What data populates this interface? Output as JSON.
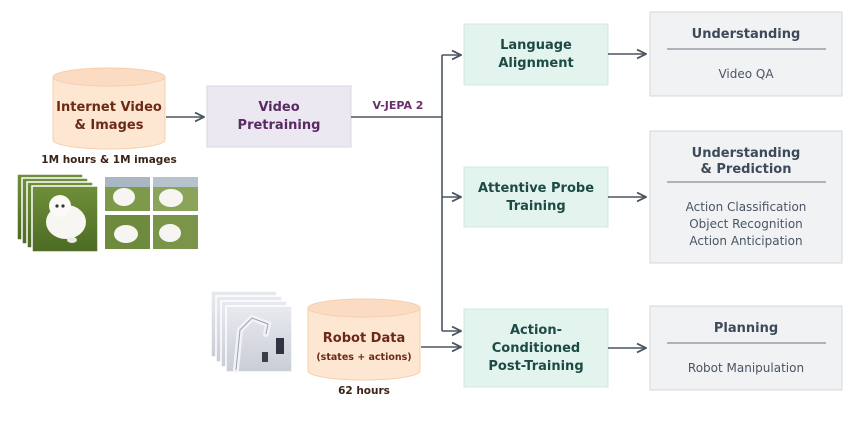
{
  "sources": {
    "internet": {
      "title_line1": "Internet Video",
      "title_line2": "& Images",
      "caption": "1M hours & 1M images"
    },
    "robot": {
      "title": "Robot Data",
      "subtitle": "(states + actions)",
      "caption": "62 hours"
    }
  },
  "stages": {
    "pretraining": {
      "line1": "Video",
      "line2": "Pretraining"
    },
    "model_label": "V-JEPA 2",
    "language": {
      "line1": "Language",
      "line2": "Alignment"
    },
    "probe": {
      "line1": "Attentive Probe",
      "line2": "Training"
    },
    "action": {
      "line1": "Action-",
      "line2": "Conditioned",
      "line3": "Post-Training"
    }
  },
  "outputs": {
    "understanding": {
      "title": "Understanding",
      "items": [
        "Video QA"
      ]
    },
    "prediction": {
      "title_line1": "Understanding",
      "title_line2": "& Prediction",
      "items": [
        "Action Classification",
        "Object Recognition",
        "Action Anticipation"
      ]
    },
    "planning": {
      "title": "Planning",
      "items": [
        "Robot Manipulation"
      ]
    }
  },
  "colors": {
    "source_fill": "#fde7d3",
    "source_text": "#6b2a16",
    "pretrain_fill": "#ece8f2",
    "pretrain_text": "#5a2a63",
    "stage_fill": "#e3f3ee",
    "stage_text": "#1e4a45",
    "output_fill": "#f1f2f4",
    "output_title": "#3d4a5a",
    "output_item": "#4a5563",
    "arrow": "#4b5560"
  }
}
